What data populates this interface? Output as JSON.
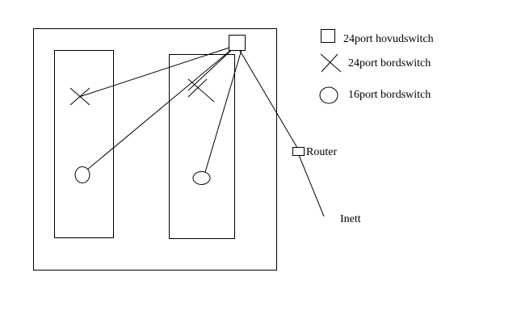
{
  "diagram": {
    "legend": {
      "main_switch": {
        "label": "24port hovudswitch",
        "icon": "square-icon"
      },
      "table_switch_24": {
        "label": "24port bordswitch",
        "icon": "cross-icon"
      },
      "table_switch_16": {
        "label": "16port bordswitch",
        "icon": "circle-icon"
      }
    },
    "labels": {
      "router": "Router",
      "internet": "Inett"
    },
    "colors": {
      "line": "#000000",
      "background": "#ffffff"
    }
  }
}
